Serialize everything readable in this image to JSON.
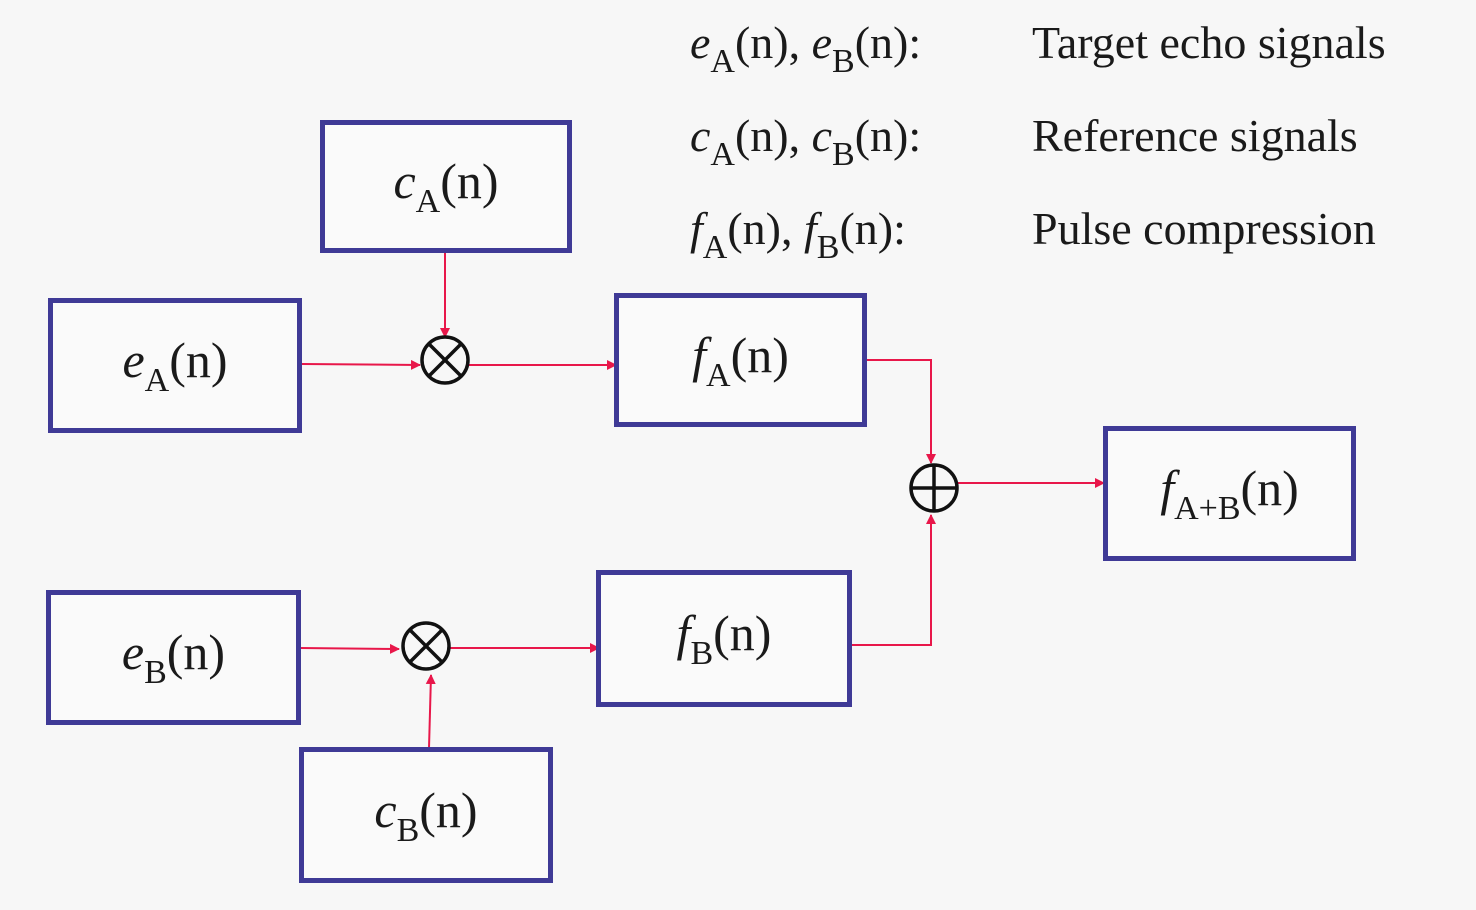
{
  "legend": [
    {
      "symbols": [
        {
          "var": "e",
          "sub": "A"
        },
        {
          "var": "e",
          "sub": "B"
        }
      ],
      "description": "Target echo signals"
    },
    {
      "symbols": [
        {
          "var": "c",
          "sub": "A"
        },
        {
          "var": "c",
          "sub": "B"
        }
      ],
      "description": "Reference signals"
    },
    {
      "symbols": [
        {
          "var": "f",
          "sub": "A"
        },
        {
          "var": "f",
          "sub": "B"
        }
      ],
      "description": "Pulse compression"
    }
  ],
  "blocks": {
    "cA": {
      "var": "c",
      "sub": "A",
      "arg": "(n)"
    },
    "eA": {
      "var": "e",
      "sub": "A",
      "arg": "(n)"
    },
    "fA": {
      "var": "f",
      "sub": "A",
      "arg": "(n)"
    },
    "eB": {
      "var": "e",
      "sub": "B",
      "arg": "(n)"
    },
    "cB": {
      "var": "c",
      "sub": "B",
      "arg": "(n)"
    },
    "fB": {
      "var": "f",
      "sub": "B",
      "arg": "(n)"
    },
    "fAB": {
      "var": "f",
      "sub": "A+B",
      "arg": "(n)"
    }
  },
  "operators": {
    "multiply_a": "multiply",
    "multiply_b": "multiply",
    "sum": "add"
  },
  "colors": {
    "box_border": "#3f3a96",
    "arrow": "#e8174a",
    "operator": "#111111",
    "background": "#f7f7f7"
  },
  "separator": ", ",
  "colon": ":",
  "arg_text": "(n)"
}
